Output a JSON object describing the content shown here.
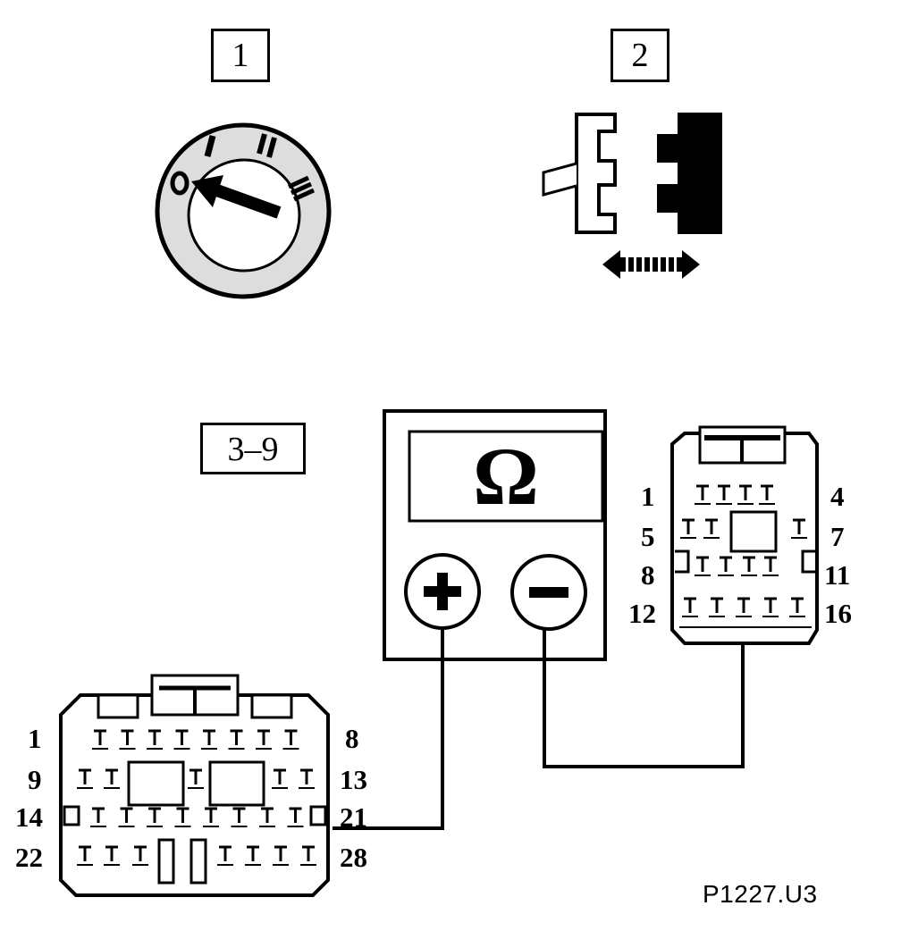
{
  "labels": {
    "step1": "1",
    "step2": "2",
    "step3": "3–9"
  },
  "ignition_switch": {
    "positions": [
      "0",
      "I",
      "II",
      "III"
    ]
  },
  "meter": {
    "unit_symbol": "Ω",
    "positive_terminal": "+",
    "negative_terminal": "−"
  },
  "connector_large": {
    "row_labels_left": [
      "1",
      "9",
      "14",
      "22"
    ],
    "row_labels_right": [
      "8",
      "13",
      "21",
      "28"
    ]
  },
  "connector_small": {
    "row_labels_left": [
      "1",
      "5",
      "8",
      "12"
    ],
    "row_labels_right": [
      "4",
      "7",
      "11",
      "16"
    ]
  },
  "reference": "P1227.U3"
}
